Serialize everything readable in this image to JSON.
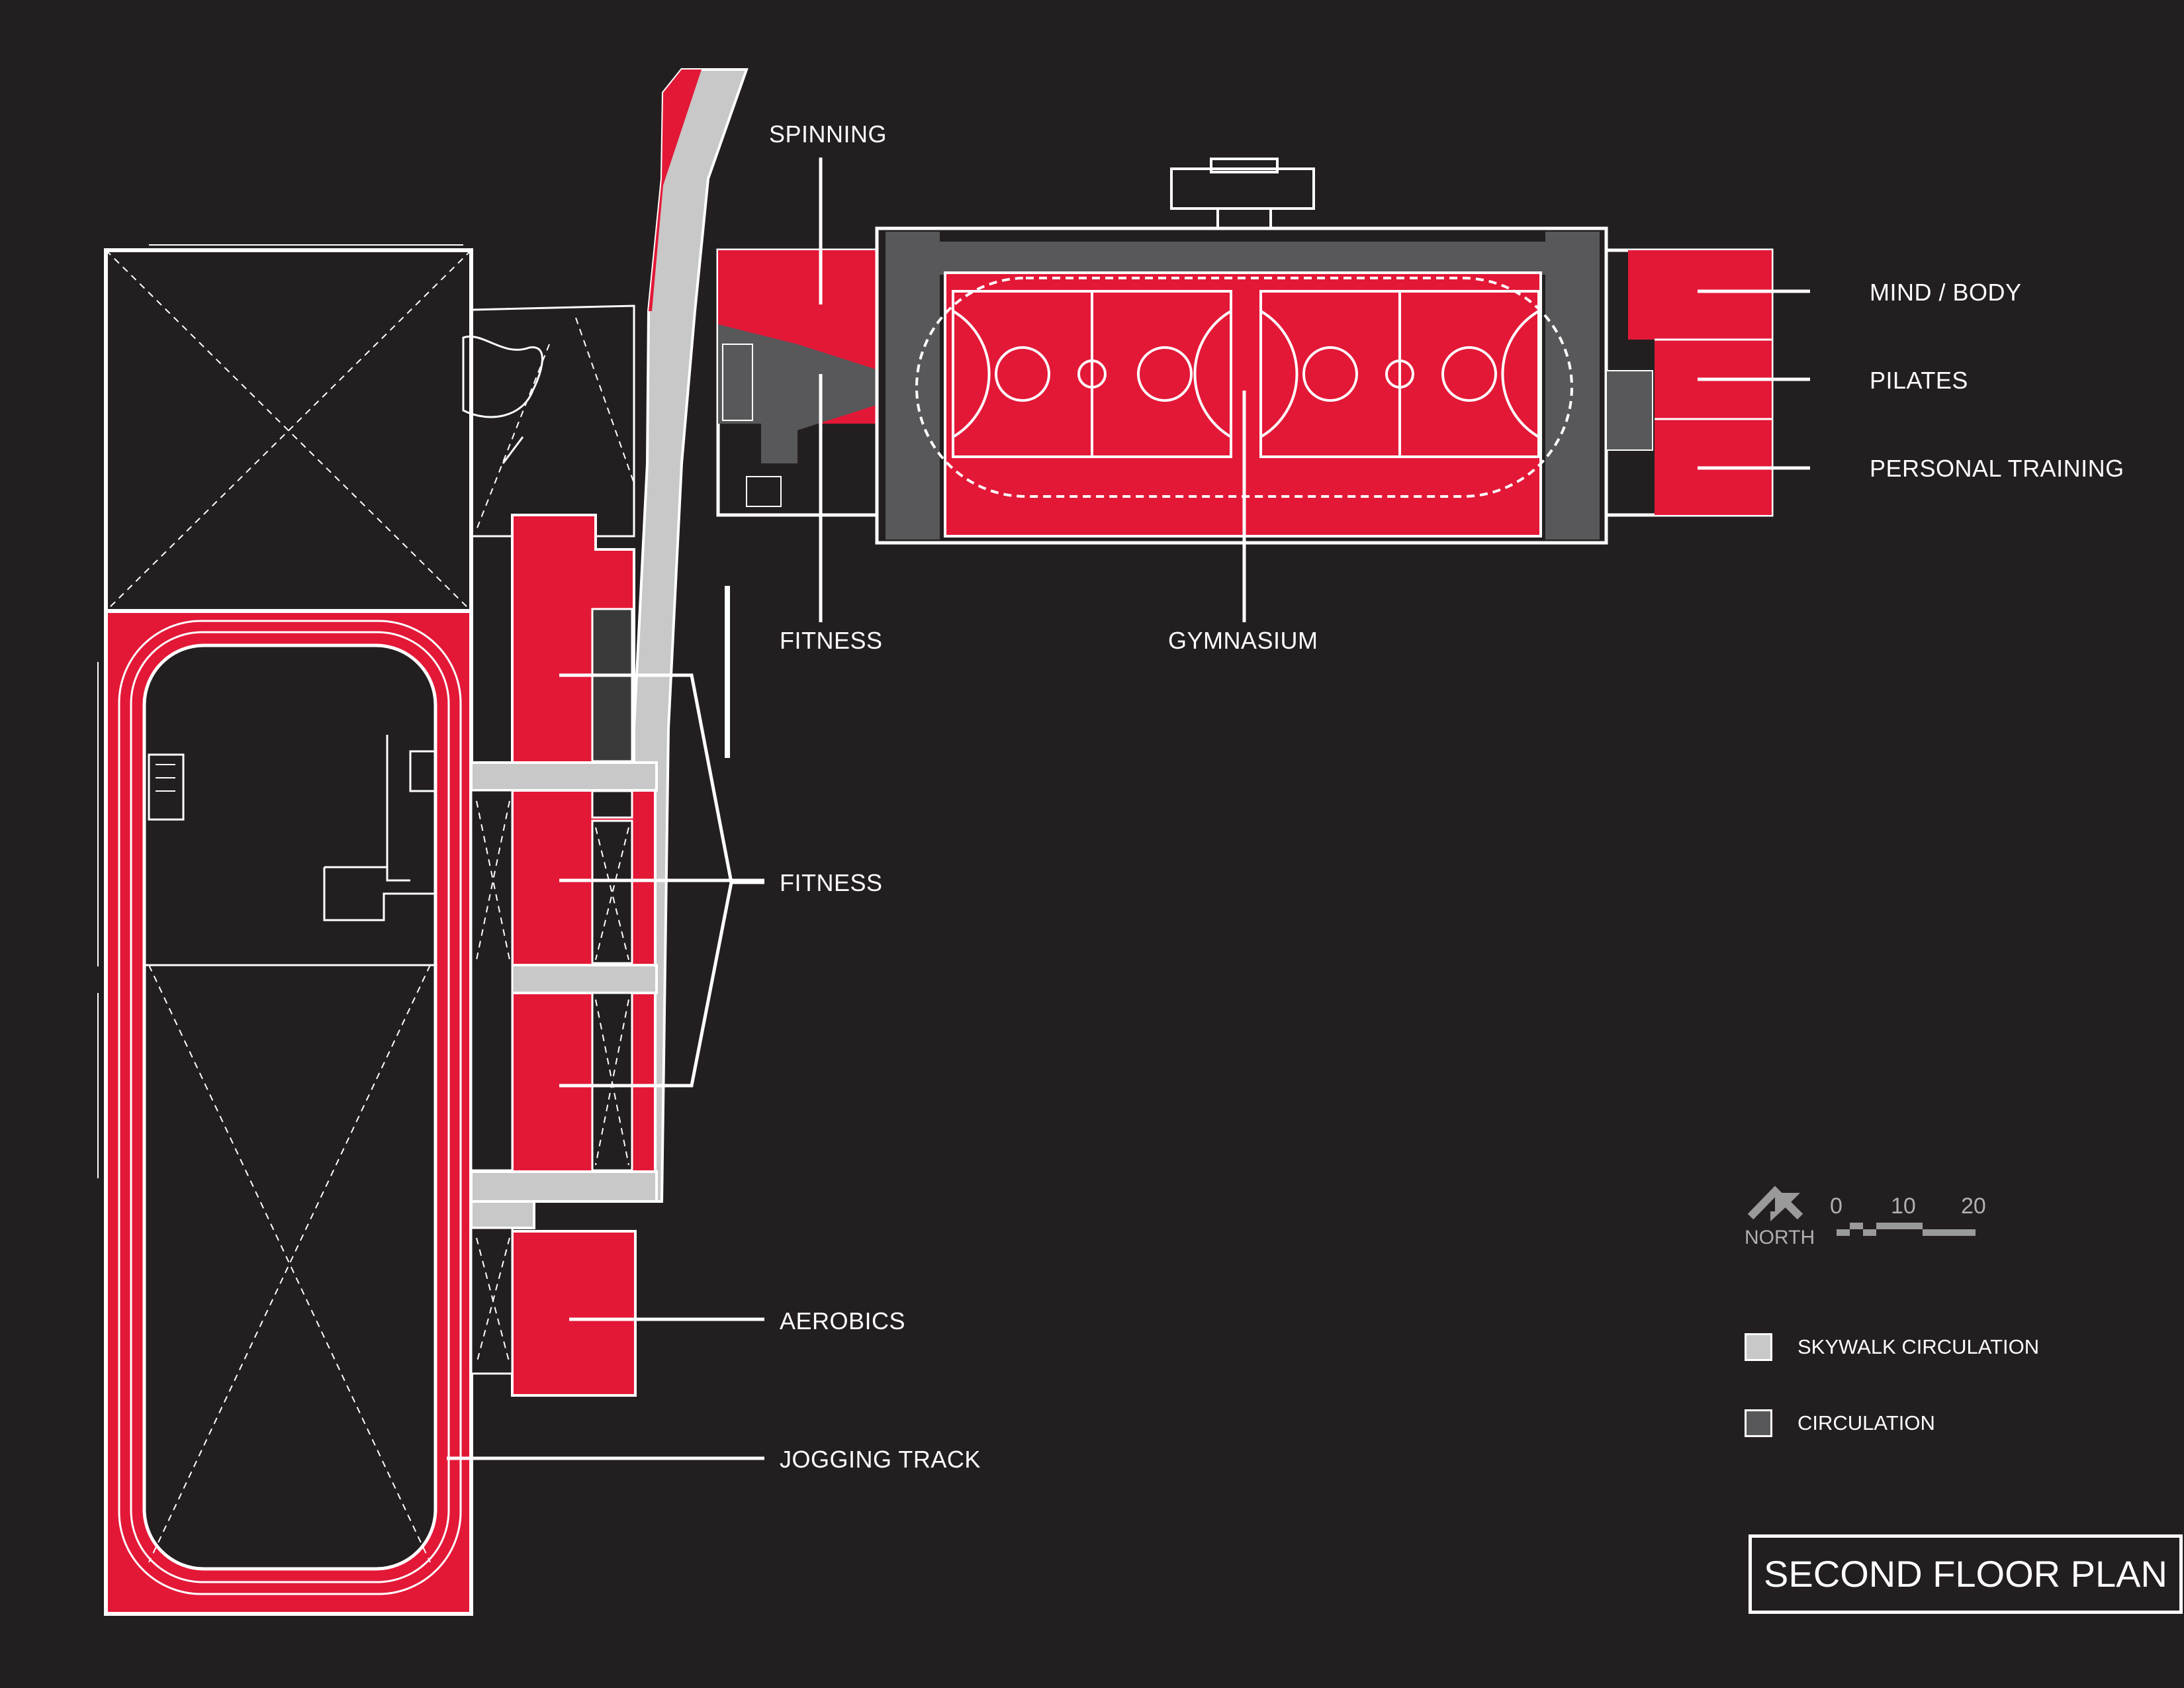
{
  "title": "SECOND FLOOR PLAN",
  "labels": {
    "spinning": "SPINNING",
    "fitness_top": "FITNESS",
    "gymnasium": "GYMNASIUM",
    "mind_body": "MIND / BODY",
    "pilates": "PILATES",
    "personal_training": "PERSONAL TRAINING",
    "fitness_mid": "FITNESS",
    "aerobics": "AEROBICS",
    "jogging_track": "JOGGING TRACK"
  },
  "legend": [
    {
      "label": "SKYWALK CIRCULATION",
      "color": "#c8c8c8"
    },
    {
      "label": "CIRCULATION",
      "color": "#58585a"
    }
  ],
  "scale": {
    "north": "NORTH",
    "ticks": [
      "0",
      "10",
      "20"
    ]
  },
  "colors": {
    "background": "#231f20",
    "program": "#e31837",
    "skywalk": "#c8c8c8",
    "circulation": "#58585a",
    "lines": "#ffffff"
  }
}
